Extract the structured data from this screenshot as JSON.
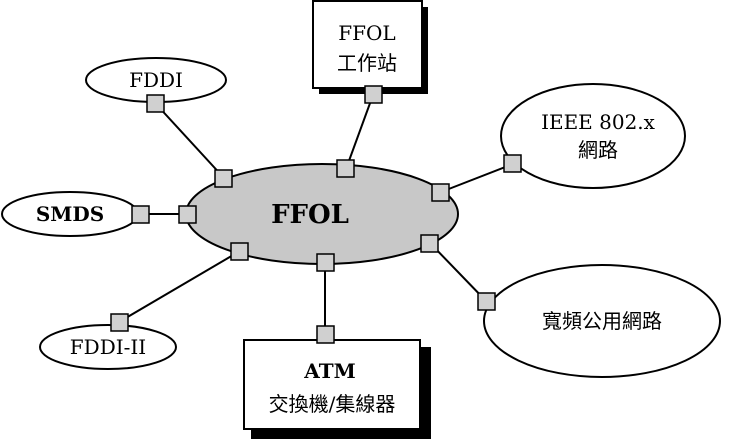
{
  "center": {
    "label": "FFOL",
    "fill": "#c8c8c8"
  },
  "nodes": {
    "fddi": {
      "label": "FDDI"
    },
    "workstation": {
      "line1": "FFOL",
      "line2": "工作站"
    },
    "ieee": {
      "line1": "IEEE 802.x",
      "line2": "網路"
    },
    "smds": {
      "label": "SMDS"
    },
    "broadband": {
      "label": "寬頻公用網路"
    },
    "fddi2": {
      "label": "FDDI-II"
    },
    "atm": {
      "line1": "ATM",
      "line2": "交換機/集線器"
    }
  },
  "colors": {
    "stroke": "#000000",
    "connector": "#d0d0d0",
    "shadow": "#000000",
    "background": "#ffffff"
  }
}
